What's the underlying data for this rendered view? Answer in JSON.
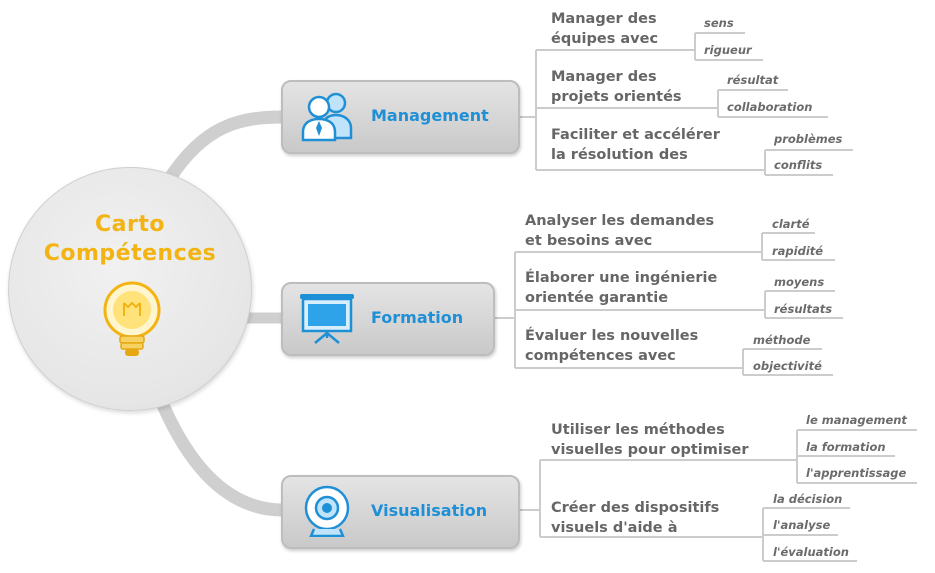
{
  "central": {
    "title_line1": "Carto",
    "title_line2": "Compétences",
    "icon": "lightbulb-icon"
  },
  "branches": [
    {
      "label": "Management",
      "icon": "users-icon",
      "subtopics": [
        {
          "line1": "Manager des",
          "line2": "équipes avec",
          "leaves": [
            "sens",
            "rigueur"
          ]
        },
        {
          "line1": "Manager des",
          "line2": "projets orientés",
          "leaves": [
            "résultat",
            "collaboration"
          ]
        },
        {
          "line1": "Faciliter et accélérer",
          "line2": "la résolution des",
          "leaves": [
            "problèmes",
            "conflits"
          ]
        }
      ]
    },
    {
      "label": "Formation",
      "icon": "presentation-board-icon",
      "subtopics": [
        {
          "line1": "Analyser les demandes",
          "line2": "et besoins avec",
          "leaves": [
            "clarté",
            "rapidité"
          ]
        },
        {
          "line1": "Élaborer une ingénierie",
          "line2": "orientée garantie",
          "leaves": [
            "moyens",
            "résultats"
          ]
        },
        {
          "line1": "Évaluer les nouvelles",
          "line2": "compétences avec",
          "leaves": [
            "méthode",
            "objectivité"
          ]
        }
      ]
    },
    {
      "label": "Visualisation",
      "icon": "webcam-icon",
      "subtopics": [
        {
          "line1": "Utiliser les méthodes",
          "line2": "visuelles pour optimiser",
          "leaves": [
            "le management",
            "la formation",
            "l'apprentissage"
          ]
        },
        {
          "line1": "Créer des dispositifs",
          "line2": "visuels d'aide à",
          "leaves": [
            "la décision",
            "l'analyse",
            "l'évaluation"
          ]
        }
      ]
    }
  ],
  "colors": {
    "central_text": "#f2b313",
    "branch_text": "#1f8fd6",
    "subtopic_text": "#666666",
    "connector": "#cccccc"
  }
}
